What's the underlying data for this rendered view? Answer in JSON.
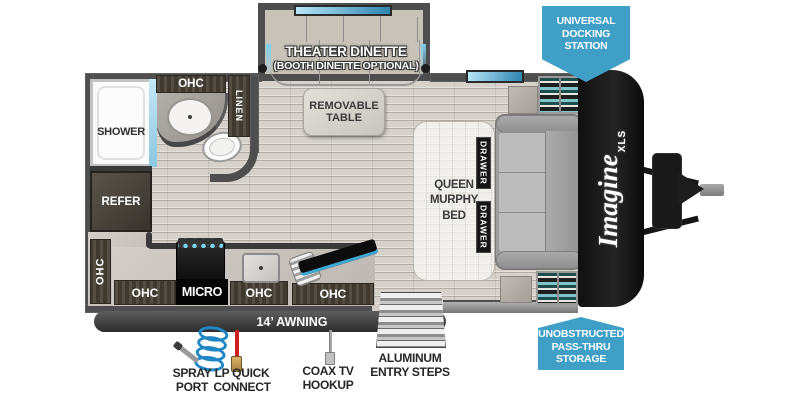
{
  "floorplan": {
    "slideout": {
      "title": "THEATER DINETTE",
      "subtitle": "(BOOTH DINETTE OPTIONAL)"
    },
    "table": "REMOVABLE\nTABLE",
    "bath": {
      "shower": "SHOWER",
      "ohc": "OHC",
      "linen": "LINEN"
    },
    "galley": {
      "refer": "REFER",
      "ohc_wall": "OHC",
      "ohc_1": "OHC",
      "micro": "MICRO",
      "ohc_2": "OHC",
      "ohc_3": "OHC"
    },
    "bedroom": {
      "bed": "QUEEN\nMURPHY\nBED",
      "drawer_1": "DRAWER",
      "drawer_2": "DRAWER"
    },
    "awning": "14’ AWNING",
    "logo": {
      "name": "Imagine",
      "series": "XLS"
    }
  },
  "callouts": {
    "docking_station": "UNIVERSAL\nDOCKING\nSTATION",
    "pass_thru": "UNOBSTRUCTED\nPASS-THRU\nSTORAGE",
    "spray_port": "SPRAY\nPORT",
    "lp_quick_connect": "LP QUICK\nCONNECT",
    "coax_tv": "COAX TV\nHOOKUP",
    "entry_steps": "ALUMINUM\nENTRY STEPS"
  },
  "colors": {
    "badge_blue": "#3f9fc6",
    "wall_gray": "#4e4e4e",
    "window_blue": "#7fd0ee",
    "floor_tan": "#d6d2cb"
  }
}
